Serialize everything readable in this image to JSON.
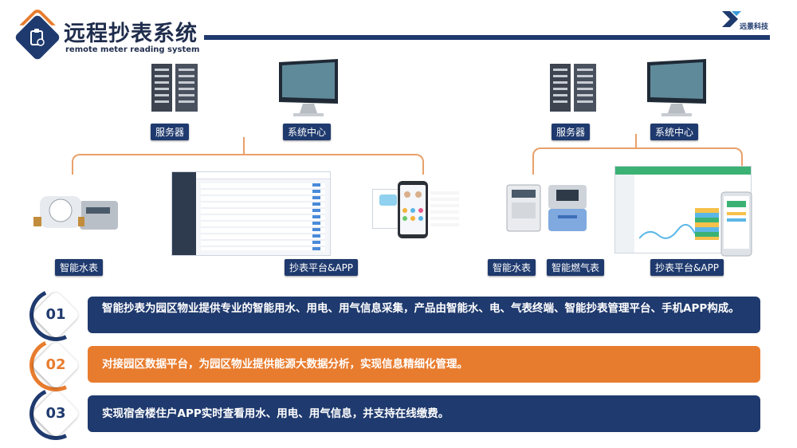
{
  "header": {
    "title": "远程抄表系统",
    "subtitle": "remote meter reading system",
    "logo_text": "远景科技"
  },
  "diagram": {
    "left_group": {
      "server_label": "服务器",
      "center_label": "系统中心",
      "water_meter_label": "智能水表",
      "platform_label": "抄表平台&APP"
    },
    "right_group": {
      "server_label": "服务器",
      "center_label": "系统中心",
      "water_meter_label": "智能水表",
      "gas_meter_label": "智能燃气表",
      "platform_label": "抄表平台&APP"
    }
  },
  "features": [
    {
      "number": "01",
      "text": "智能抄表为园区物业提供专业的智能用水、用电、用气信息采集，产品由智能水、电、气表终端、智能抄表管理平台、手机APP构成。",
      "style": "navy"
    },
    {
      "number": "02",
      "text": "对接园区数据平台，为园区物业提供能源大数据分析，实现信息精细化管理。",
      "style": "orange"
    },
    {
      "number": "03",
      "text": "实现宿舍楼住户APP实时查看用水、用电、用气信息，并支持在线缴费。",
      "style": "navy"
    }
  ],
  "colors": {
    "navy": "#1f3a6e",
    "orange": "#e87c2e"
  }
}
